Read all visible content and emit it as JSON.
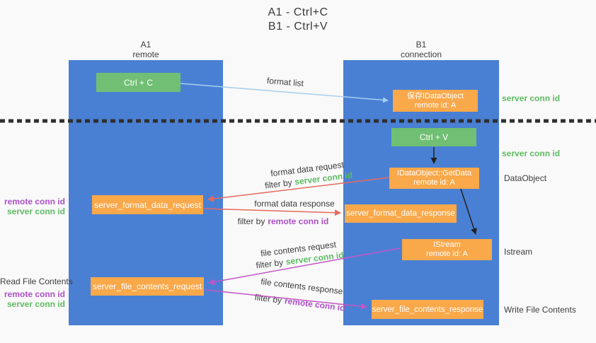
{
  "title": {
    "line1": "A1 - Ctrl+C",
    "line2": "B1 - Ctrl+V"
  },
  "lanes": {
    "a1": {
      "title": "A1",
      "subtitle": "remote"
    },
    "b1": {
      "title": "B1",
      "subtitle": "connection"
    }
  },
  "nodes": {
    "ctrl_c": {
      "label": "Ctrl + C"
    },
    "ctrl_v": {
      "label": "Ctrl + V"
    },
    "save_idataobject": {
      "line1": "保存IDataObject",
      "line2": "remote id: A"
    },
    "getdata": {
      "line1": "IDataObject::GetData",
      "line2": "remote id: A"
    },
    "istream": {
      "line1": "IStream",
      "line2": "remote id: A"
    },
    "format_data_request": {
      "label": "server_format_data_request"
    },
    "format_data_response": {
      "label": "server_format_data_response"
    },
    "file_contents_request": {
      "label": "server_file_contents_request"
    },
    "file_contents_response": {
      "label": "server_file_contents_response"
    }
  },
  "edge_labels": {
    "format_list": "format list",
    "format_data_request": {
      "line1": "format data request",
      "filter_prefix": "filter by",
      "filter_id": "server conn id"
    },
    "format_data_response": {
      "line1": "format data response",
      "filter_prefix": "filter by",
      "filter_id": "remote conn id"
    },
    "file_contents_request": {
      "line1": "file contents request",
      "filter_prefix": "filter by",
      "filter_id": "server conn id"
    },
    "file_contents_response": {
      "line1": "file contents response",
      "filter_prefix": "filter by",
      "filter_id": "remote conn id"
    }
  },
  "side_labels": {
    "right_server_conn_top": "server conn id",
    "right_server_conn_mid": "server conn id",
    "right_dataobject": "DataObject",
    "right_istream": "Istream",
    "right_write_file": "Write File Contents",
    "left_remote_conn_1": "remote conn id",
    "left_server_conn_1": "server conn id",
    "left_read_file": "Read File Contents",
    "left_remote_conn_2": "remote conn id",
    "left_server_conn_2": "server conn id"
  },
  "colors": {
    "background": "#f9f9f9",
    "lane_blue": "#4a80d4",
    "box_green": "#71bf74",
    "box_orange": "#f9a84a",
    "text_green": "#5fbb63",
    "text_purple": "#ad4fc9",
    "arrow_red": "#e8695e",
    "arrow_magenta": "#c455c8",
    "arrow_light_blue": "#a5cfee",
    "arrow_black": "#222222",
    "divider_black": "#2f2f2f"
  }
}
